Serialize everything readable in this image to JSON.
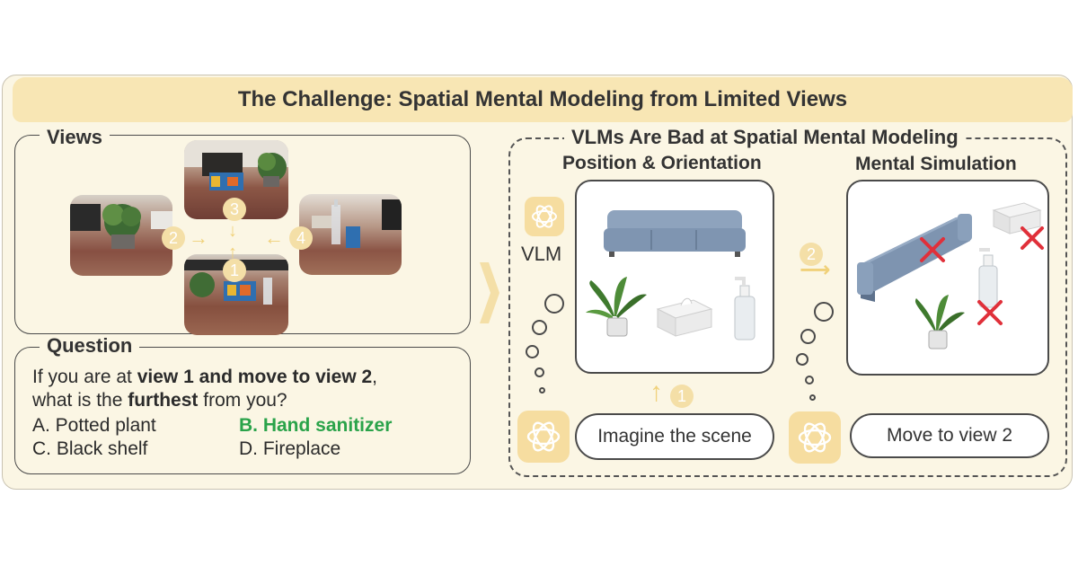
{
  "title": "The Challenge: Spatial Mental Modeling from Limited Views",
  "views": {
    "heading": "Views",
    "markers": [
      "3",
      "2",
      "1",
      "4"
    ]
  },
  "question": {
    "heading": "Question",
    "line1_pre": "If you are at ",
    "line1_bold": "view 1 and move to view 2",
    "line1_post": ",",
    "line2_pre": "what is the ",
    "line2_bold": "furthest",
    "line2_post": " from you?",
    "options": {
      "a": "A. Potted plant",
      "b": "B. Hand sanitizer",
      "c": "C. Black shelf",
      "d": "D. Fireplace"
    },
    "correct_color": "#2aa34a"
  },
  "right": {
    "heading": "VLMs Are Bad at Spatial Mental Modeling",
    "position_heading": "Position & Orientation",
    "simulation_heading": "Mental Simulation",
    "vlm_label": "VLM",
    "step1": "1",
    "step2": "2",
    "imagine_label": "Imagine the scene",
    "move_label": "Move to view 2"
  },
  "colors": {
    "accent": "#f0d17a",
    "title_bar": "#f8e6b4",
    "background": "#fbf6e4",
    "error_mark": "#e0303a"
  }
}
